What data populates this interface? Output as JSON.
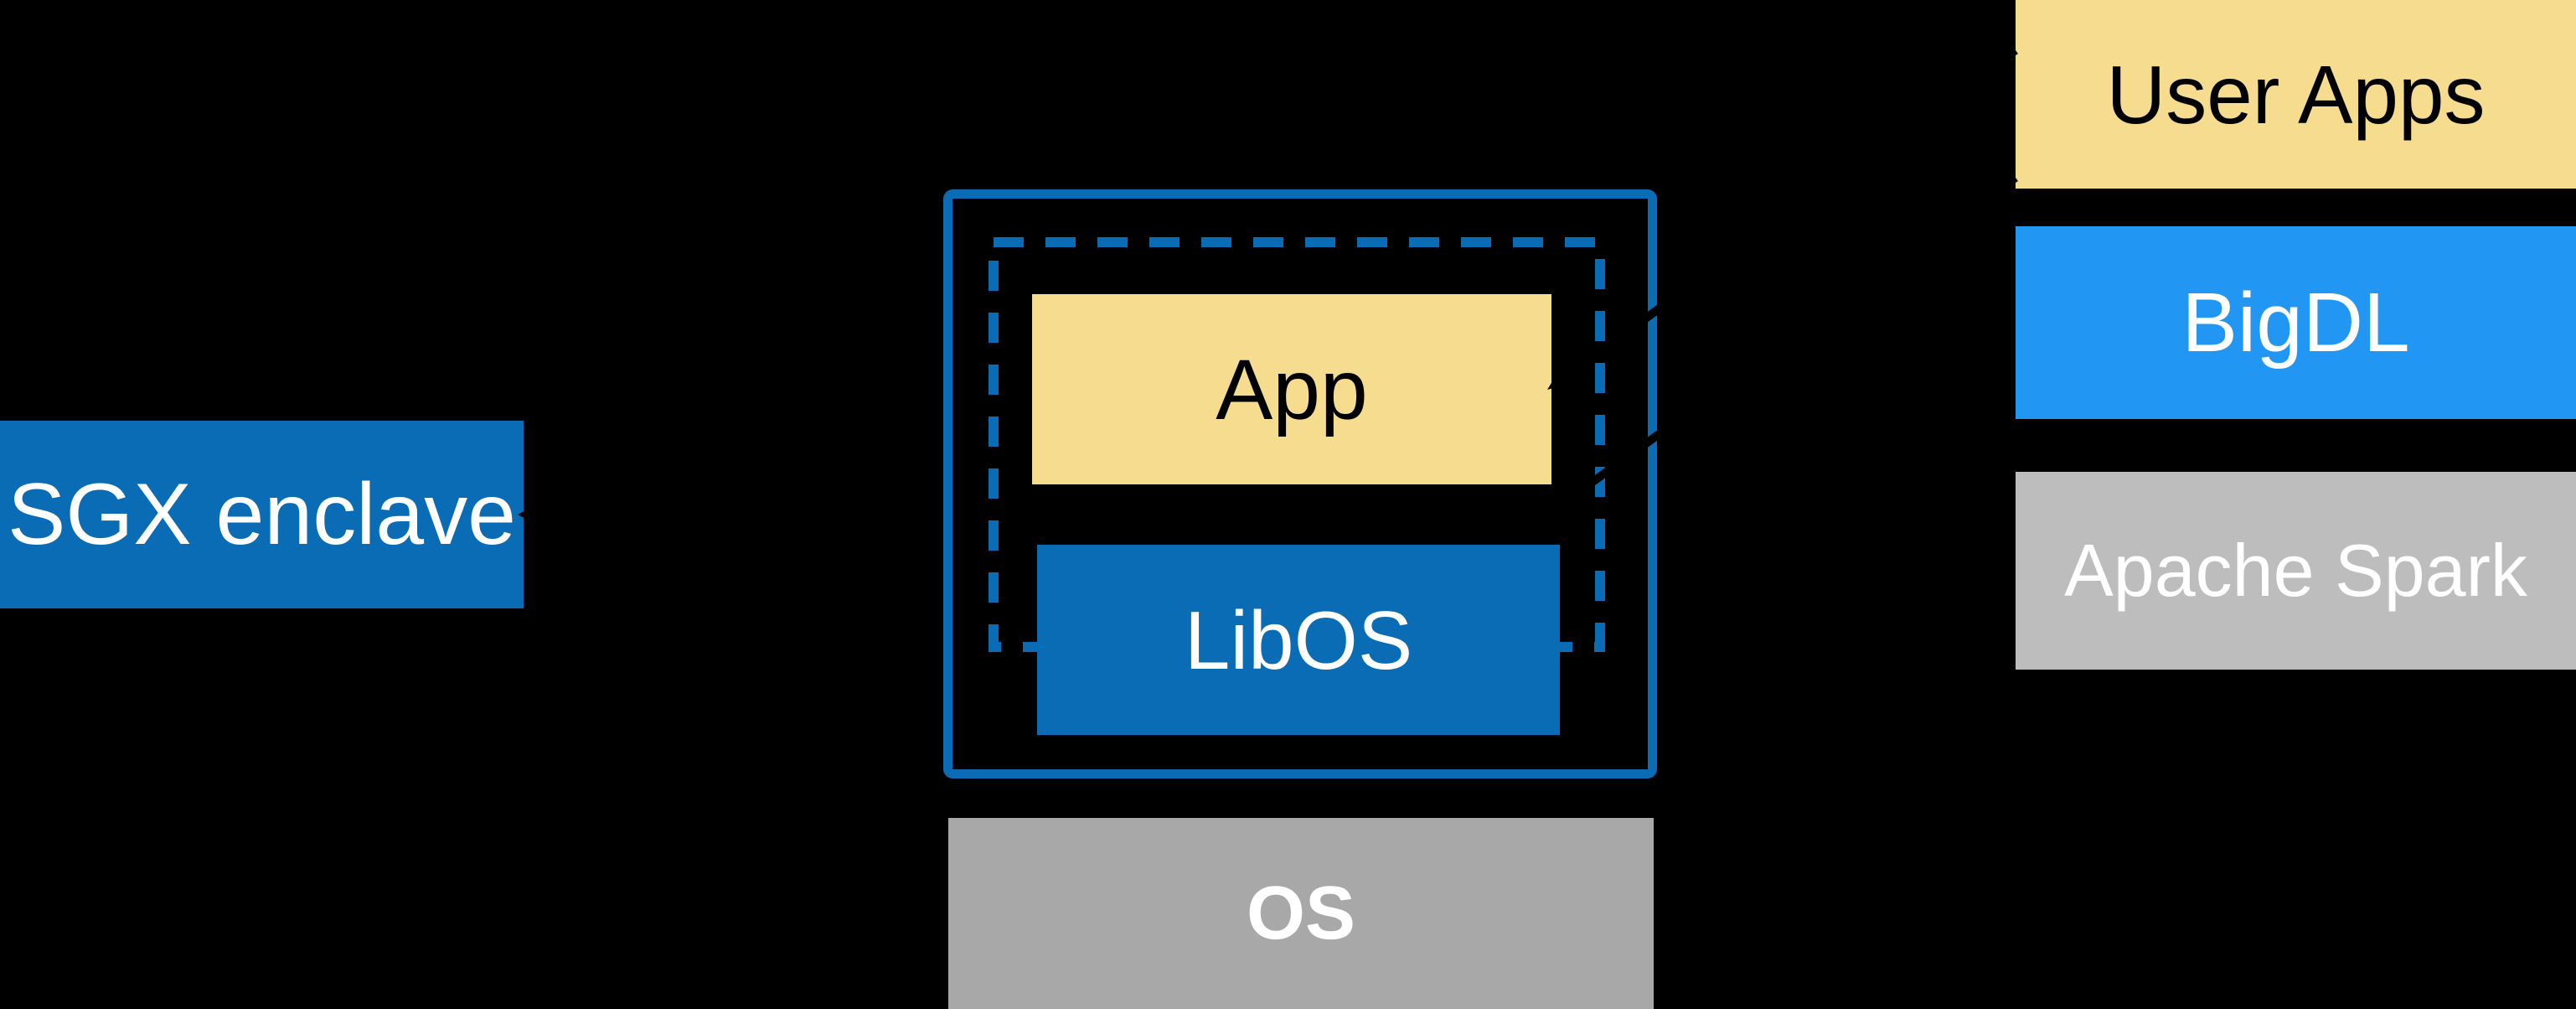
{
  "sgx_box": {
    "label": "SGX enclave"
  },
  "enclave_group": {
    "app": {
      "label": "App"
    },
    "libos": {
      "label": "LibOS"
    }
  },
  "os_box": {
    "label": "OS"
  },
  "right_stack": {
    "items": [
      {
        "label": "User Apps"
      },
      {
        "label": "BigDL"
      },
      {
        "label": "Apache Spark"
      }
    ]
  },
  "colors": {
    "intel-blue": "#0a6cb5",
    "bigdl-blue": "#2196f3",
    "app-yellow": "#f6dc8e",
    "spark-gray": "#bdbdbd",
    "os-gray": "#a8a8a8",
    "background": "#000000",
    "text-light": "#ffffff",
    "text-dark": "#000000",
    "arrow-black": "#000000"
  }
}
